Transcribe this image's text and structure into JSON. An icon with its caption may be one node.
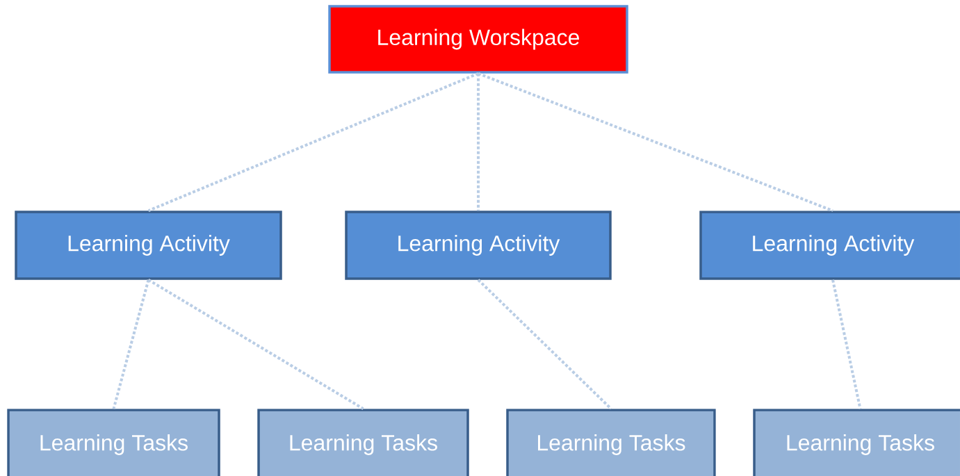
{
  "diagram": {
    "nodes": [
      {
        "text": [
          "Learning Worskpace"
        ]
      },
      {
        "text": [
          "Learning Activity"
        ]
      },
      {
        "text": [
          "Learning Activity"
        ]
      },
      {
        "text": [
          "Learning Activity"
        ]
      },
      {
        "text": [
          "Learning Tasks"
        ]
      },
      {
        "text": [
          "Learning Tasks"
        ]
      },
      {
        "text": [
          "Learning Tasks"
        ]
      },
      {
        "text": [
          "Learning Tasks"
        ]
      }
    ],
    "edges": [
      {
        "from": 0,
        "to": 1,
        "arrow": "none"
      },
      {
        "from": 0,
        "to": 2,
        "arrow": "none"
      },
      {
        "from": 0,
        "to": 3,
        "arrow": "none"
      },
      {
        "from": 1,
        "to": 4,
        "arrow": "none"
      },
      {
        "from": 1,
        "to": 5,
        "arrow": "none"
      },
      {
        "from": 2,
        "to": 6,
        "arrow": "none"
      },
      {
        "from": 3,
        "to": 7,
        "arrow": "none"
      }
    ]
  }
}
